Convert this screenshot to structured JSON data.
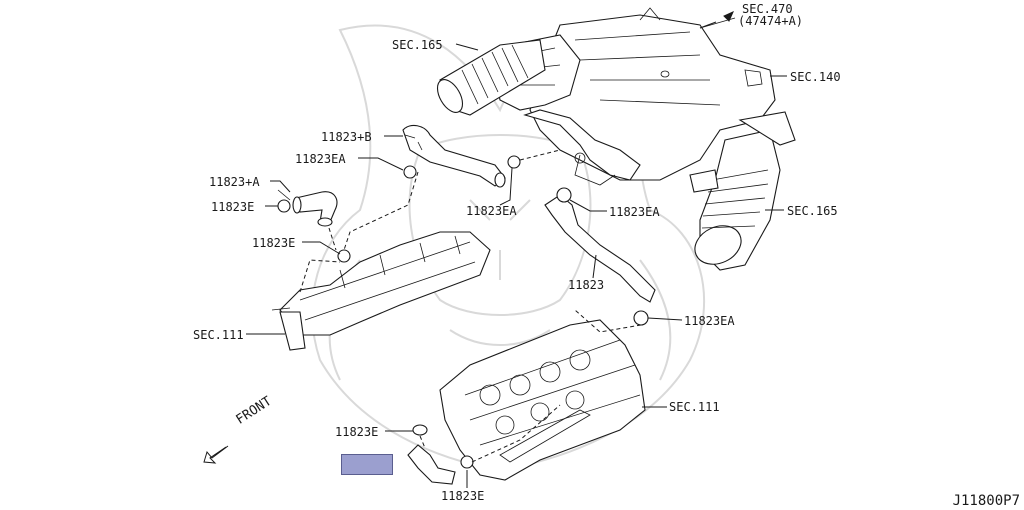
{
  "diagram": {
    "labels": {
      "sec165_top": "SEC.165",
      "sec470": "SEC.470",
      "sec470_ref": "(47474+A)",
      "sec140": "SEC.140",
      "p11823b": "11823+B",
      "p11823ea_1": "11823EA",
      "p11823a": "11823+A",
      "p11823e_1": "11823E",
      "p11823e_2": "11823E",
      "p11823ea_2": "11823EA",
      "p11823ea_3": "11823EA",
      "sec165_right": "SEC.165",
      "p11823": "11823",
      "sec111_left": "SEC.111",
      "p11823ea_4": "11823EA",
      "sec111_right": "SEC.111",
      "p11823e_3": "11823E",
      "p11823e_4": "11823E",
      "front": "FRONT"
    },
    "diagram_id": "J11800P7",
    "highlight_color": "#9b9fcf"
  }
}
